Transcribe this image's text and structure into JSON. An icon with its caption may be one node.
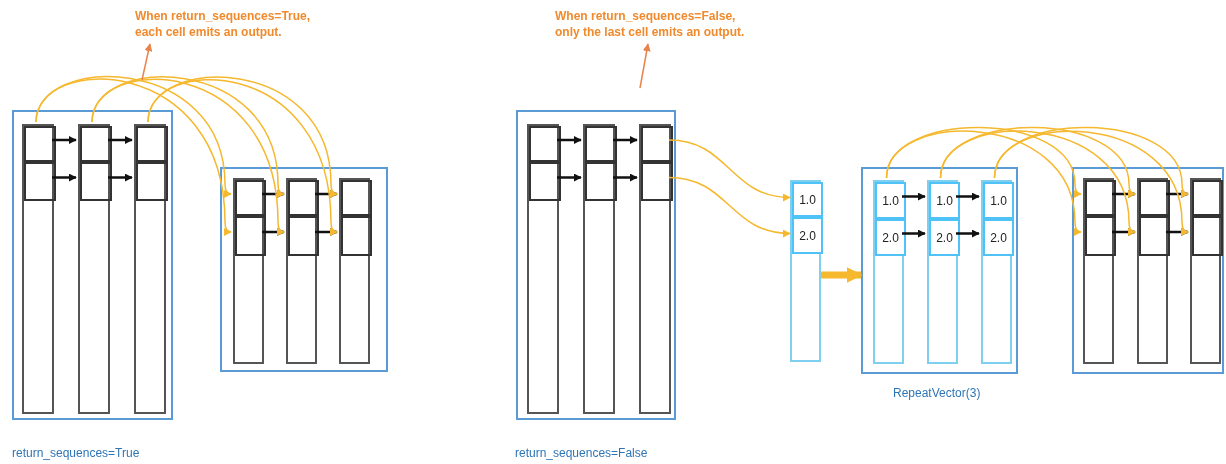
{
  "diagram": {
    "nodes": [
      {
        "text": [],
        "shape": "box"
      },
      {
        "text": [],
        "shape": "box",
        "in": 0
      },
      {
        "text": [],
        "shape": "box",
        "in": 1
      },
      {
        "text": [],
        "shape": "box",
        "in": 1
      },
      {
        "text": [],
        "shape": "box",
        "in": 0
      },
      {
        "text": [],
        "shape": "box",
        "in": 4
      },
      {
        "text": [],
        "shape": "box",
        "in": 4
      },
      {
        "text": [],
        "shape": "box",
        "in": 0
      },
      {
        "text": [],
        "shape": "box",
        "in": 7
      },
      {
        "text": [],
        "shape": "box",
        "in": 7
      },
      {
        "text": [],
        "shape": "box"
      },
      {
        "text": [],
        "shape": "box",
        "in": 10
      },
      {
        "text": [],
        "shape": "box",
        "in": 11
      },
      {
        "text": [],
        "shape": "box",
        "in": 11
      },
      {
        "text": [],
        "shape": "box",
        "in": 10
      },
      {
        "text": [],
        "shape": "box",
        "in": 14
      },
      {
        "text": [],
        "shape": "box",
        "in": 14
      },
      {
        "text": [],
        "shape": "box",
        "in": 10
      },
      {
        "text": [],
        "shape": "box",
        "in": 17
      },
      {
        "text": [],
        "shape": "box",
        "in": 17
      },
      {
        "text": [],
        "shape": "box"
      },
      {
        "text": [],
        "shape": "box",
        "in": 20
      },
      {
        "text": [],
        "shape": "box",
        "in": 21
      },
      {
        "text": [],
        "shape": "box",
        "in": 21
      },
      {
        "text": [],
        "shape": "box",
        "in": 20
      },
      {
        "text": [],
        "shape": "box",
        "in": 24
      },
      {
        "text": [],
        "shape": "box",
        "in": 24
      },
      {
        "text": [],
        "shape": "box",
        "in": 20
      },
      {
        "text": [],
        "shape": "box",
        "in": 27
      },
      {
        "text": [],
        "shape": "box",
        "in": 27
      },
      {
        "text": [],
        "shape": "box"
      },
      {
        "text": [
          "1.0"
        ],
        "in": 30
      },
      {
        "text": [
          "2.0"
        ],
        "in": 30
      },
      {
        "text": [],
        "shape": "box",
        "beside": [
          "RepeatVector(3)"
        ]
      },
      {
        "text": [],
        "shape": "box",
        "in": 33
      },
      {
        "text": [
          "1.0"
        ],
        "in": 34
      },
      {
        "text": [
          "2.0"
        ],
        "in": 34
      },
      {
        "text": [],
        "shape": "box",
        "in": 33
      },
      {
        "text": [
          "1.0"
        ],
        "in": 37
      },
      {
        "text": [
          "2.0"
        ],
        "in": 37
      },
      {
        "text": [],
        "shape": "box",
        "in": 33
      },
      {
        "text": [
          "1.0"
        ],
        "in": 40
      },
      {
        "text": [
          "2.0"
        ],
        "in": 40
      },
      {
        "text": [],
        "shape": "box"
      },
      {
        "text": [],
        "shape": "box",
        "in": 43
      },
      {
        "text": [],
        "shape": "box",
        "in": 44
      },
      {
        "text": [],
        "shape": "box",
        "in": 44
      },
      {
        "text": [],
        "shape": "box",
        "in": 43
      },
      {
        "text": [],
        "shape": "box",
        "in": 47
      },
      {
        "text": [],
        "shape": "box",
        "in": 47
      },
      {
        "text": [],
        "shape": "box",
        "in": 43
      },
      {
        "text": [],
        "shape": "box",
        "in": 50
      },
      {
        "text": [],
        "shape": "box",
        "in": 50
      },
      {
        "text": [
          "When return_sequences=True, each cell emits an output."
        ]
      },
      {
        "text": [
          "When return_sequences=False, only the last cell emits an output."
        ]
      }
    ],
    "edges": [
      {
        "from": 2,
        "to": 5,
        "arrow": "to"
      },
      {
        "from": 5,
        "to": 8,
        "arrow": "to"
      },
      {
        "from": 3,
        "to": 6,
        "arrow": "to"
      },
      {
        "from": 6,
        "to": 9,
        "arrow": "to"
      },
      {
        "from": 12,
        "to": 15,
        "arrow": "to"
      },
      {
        "from": 15,
        "to": 18,
        "arrow": "to"
      },
      {
        "from": 13,
        "to": 16,
        "arrow": "to"
      },
      {
        "from": 16,
        "to": 19,
        "arrow": "to"
      },
      {
        "from": 22,
        "to": 25,
        "arrow": "to"
      },
      {
        "from": 25,
        "to": 28,
        "arrow": "to"
      },
      {
        "from": 23,
        "to": 26,
        "arrow": "to"
      },
      {
        "from": 26,
        "to": 29,
        "arrow": "to"
      },
      {
        "from": 35,
        "to": 38,
        "arrow": "to"
      },
      {
        "from": 38,
        "to": 41,
        "arrow": "to"
      },
      {
        "from": 36,
        "to": 39,
        "arrow": "to"
      },
      {
        "from": 39,
        "to": 42,
        "arrow": "to"
      },
      {
        "from": 45,
        "to": 48,
        "arrow": "to"
      },
      {
        "from": 48,
        "to": 51,
        "arrow": "to"
      },
      {
        "from": 46,
        "to": 49,
        "arrow": "to"
      },
      {
        "from": 49,
        "to": 52,
        "arrow": "to"
      },
      {
        "from": 2,
        "to": 12,
        "arrow": "to",
        "color": "#f5b82e"
      },
      {
        "from": 2,
        "to": 13,
        "arrow": "to",
        "color": "#f5b82e"
      },
      {
        "from": 5,
        "to": 15,
        "arrow": "to",
        "color": "#f5b82e"
      },
      {
        "from": 5,
        "to": 16,
        "arrow": "to",
        "color": "#f5b82e"
      },
      {
        "from": 8,
        "to": 18,
        "arrow": "to",
        "color": "#f5b82e"
      },
      {
        "from": 8,
        "to": 19,
        "arrow": "to",
        "color": "#f5b82e"
      },
      {
        "from": 28,
        "to": 31,
        "arrow": "to",
        "color": "#f5b82e"
      },
      {
        "from": 29,
        "to": 32,
        "arrow": "to",
        "color": "#f5b82e"
      },
      {
        "from": 30,
        "to": 33,
        "arrow": "to",
        "style": "thick",
        "color": "#f5b82e"
      },
      {
        "from": 35,
        "to": 45,
        "arrow": "to",
        "color": "#f5b82e"
      },
      {
        "from": 35,
        "to": 46,
        "arrow": "to",
        "color": "#f5b82e"
      },
      {
        "from": 38,
        "to": 48,
        "arrow": "to",
        "color": "#f5b82e"
      },
      {
        "from": 38,
        "to": 49,
        "arrow": "to",
        "color": "#f5b82e"
      },
      {
        "from": 41,
        "to": 51,
        "arrow": "to",
        "color": "#f5b82e"
      },
      {
        "from": 41,
        "to": 52,
        "arrow": "to",
        "color": "#f5b82e"
      },
      {
        "from": null,
        "to": 53,
        "arrow": "to",
        "color": "#e8834a"
      },
      {
        "from": null,
        "to": 54,
        "arrow": "to",
        "color": "#e8834a"
      }
    ],
    "labels": [
      "return_sequences=True",
      "return_sequences=False"
    ]
  }
}
